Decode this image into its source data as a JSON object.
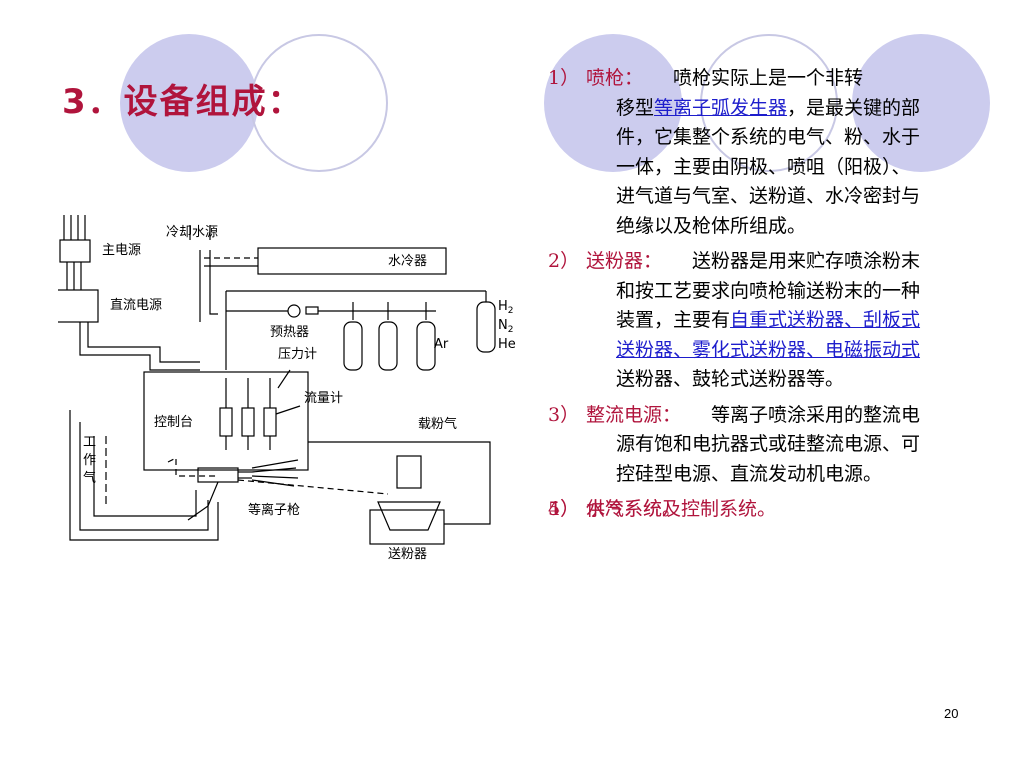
{
  "title": "3．设备组成：",
  "page_number": "20",
  "accent_color": "#b0143c",
  "link_color": "#1d1dcc",
  "diagram": {
    "labels": {
      "main_power": "主电源",
      "dc_power": "直流电源",
      "cooling_water": "冷却水源",
      "water_cooler": "水冷器",
      "preheater": "预热器",
      "pressure_gauge": "压力计",
      "flow_meter": "流量计",
      "console": "控制台",
      "carrier_gas": "载粉气",
      "work_gas_1": "工",
      "work_gas_2": "作",
      "work_gas_3": "气",
      "plasma_gun": "等离子枪",
      "powder_feeder": "送粉器",
      "gas_h": "H",
      "gas_h_sub": "2",
      "gas_n": "N",
      "gas_n_sub": "2",
      "gas_he": "He",
      "gas_ar": "Ar"
    }
  },
  "items": [
    {
      "num": "1）",
      "label": "喷枪：",
      "line1": "喷枪实际上是一个非转",
      "t1": "移型",
      "link": "等离子弧发生器",
      "t2": "，是最关键的部件，它集整个系统的电气、粉、水于一体，主要由阴极、喷咀（阳极）、进气道与气室、送粉道、水冷密封与绝缘以及枪体所组成。"
    },
    {
      "num": "2）",
      "label": "送粉器：",
      "t1": "送粉器是用来贮存喷涂粉末和按工艺要求向喷枪输送粉末的一种装置，主要有",
      "link": "自重式送粉器、刮板式送粉器、雾化式送粉器、电磁振动式",
      "t2": "送粉器、鼓轮式送粉器等。"
    },
    {
      "num": "3）",
      "label": "整流电源：",
      "t1": "等离子喷涂采用的整流电源有饱和电抗器式或硅整流电源、可控硅型电源、直流发动机电源。"
    },
    {
      "num": "4）",
      "label": "供气系统。"
    },
    {
      "num": "5）",
      "label": "水冷系统及控制系统。"
    }
  ]
}
